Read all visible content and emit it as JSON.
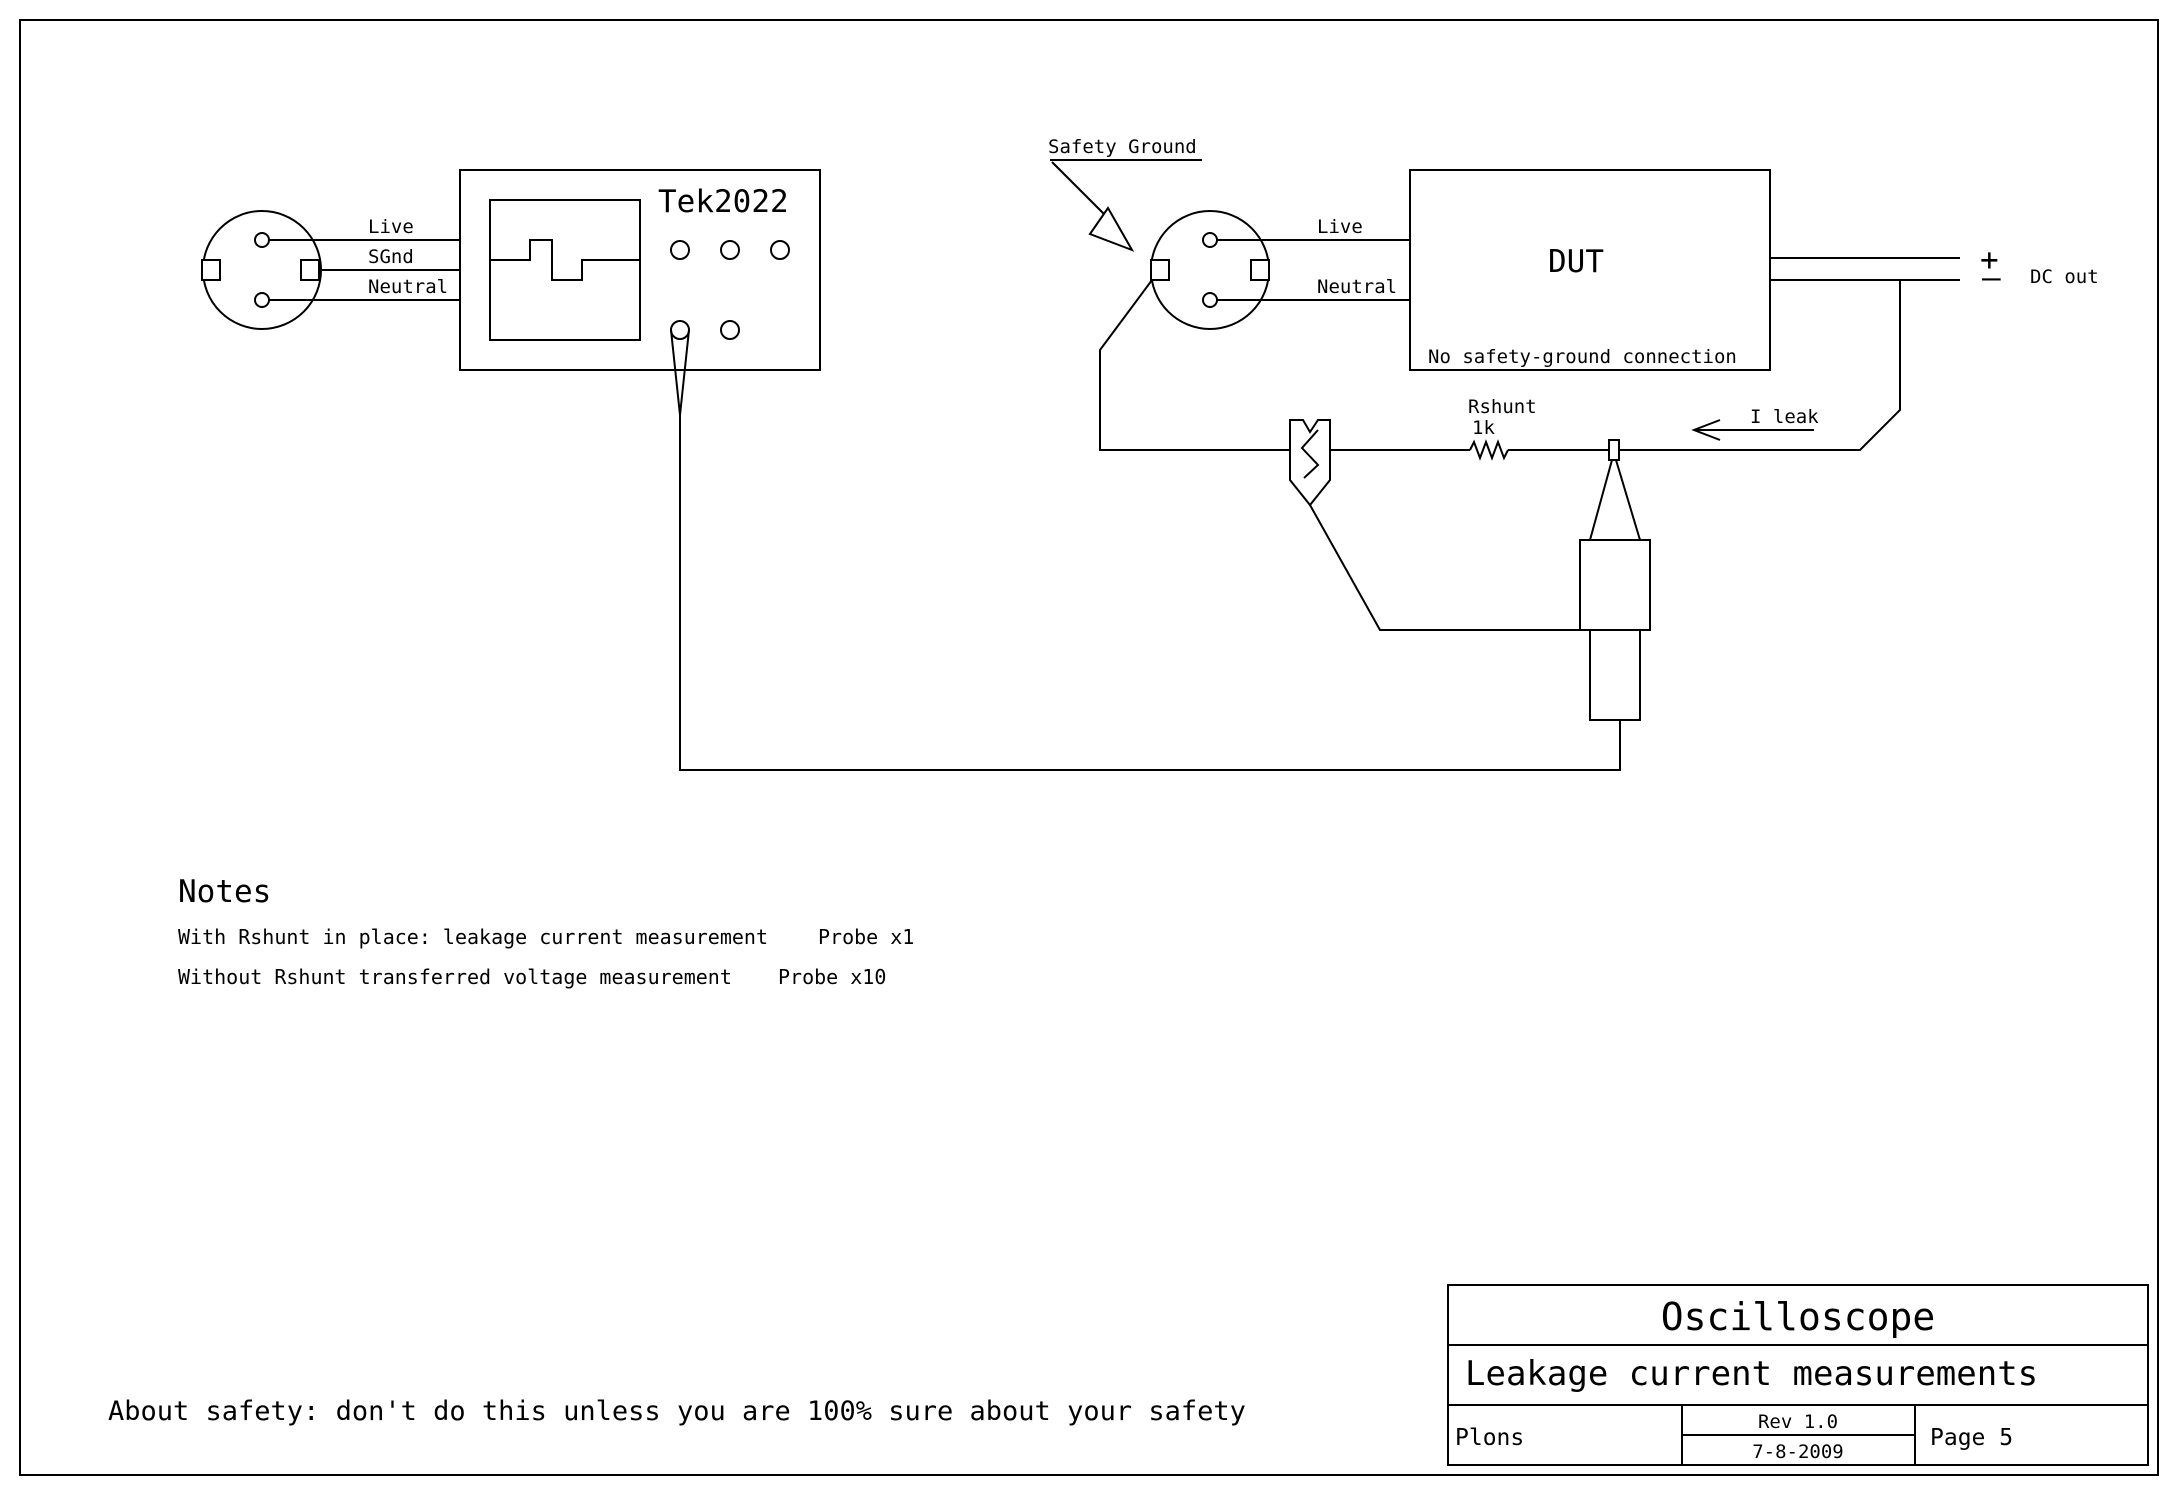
{
  "scope": {
    "model": "Tek2022",
    "plug_labels": [
      "Live",
      "SGnd",
      "Neutral"
    ]
  },
  "dut": {
    "label": "DUT",
    "note": "No safety-ground connection",
    "plug_labels": [
      "Live",
      "Neutral"
    ],
    "safety_ground": "Safety Ground",
    "output_label": "DC out",
    "plus_sign": "+",
    "minus_sign": "–"
  },
  "shunt": {
    "name": "Rshunt",
    "value": "1k",
    "current_label": "I leak"
  },
  "notes": {
    "heading": "Notes",
    "lines": [
      {
        "text": "With Rshunt in place: leakage current measurement",
        "probe": "Probe x1"
      },
      {
        "text": "Without Rshunt transferred voltage measurement",
        "probe": "Probe x10"
      }
    ]
  },
  "safety_warning": "About safety: don't do this unless you are 100% sure about your safety",
  "title_block": {
    "title": "Oscilloscope",
    "subtitle": "Leakage current measurements",
    "author": "Plons",
    "revision": "Rev 1.0",
    "date": "7-8-2009",
    "page": "Page 5"
  }
}
